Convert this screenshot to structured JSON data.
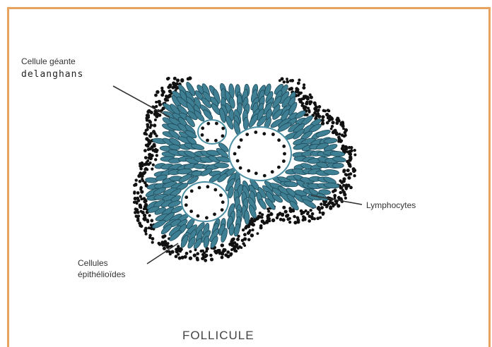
{
  "labels": {
    "giant_cell_line1": "Cellule géante",
    "giant_cell_line2": "delanghans",
    "lymphocytes": "Lymphocytes",
    "epithelioid_line1": "Cellules",
    "epithelioid_line2": "épithélioïdes"
  },
  "caption": "FOLLICULE",
  "colors": {
    "border": "#e8a35e",
    "cell_fill": "#3e7f93",
    "cell_outline": "#1e4a59",
    "giant_cell_outline": "#4a8fa3",
    "dot": "#111111"
  }
}
